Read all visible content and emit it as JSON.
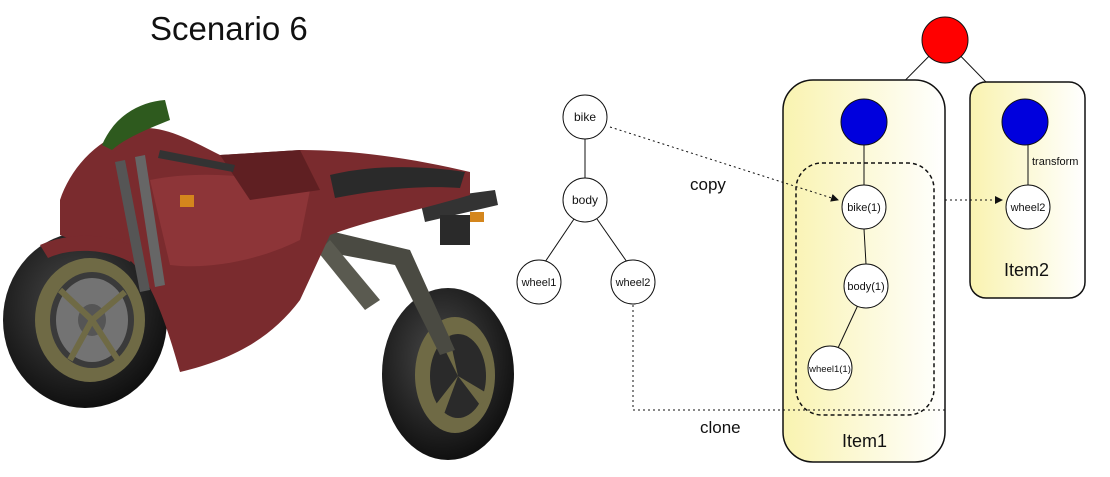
{
  "title": "Scenario 6",
  "tree": {
    "bike": "bike",
    "body": "body",
    "wheel1": "wheel1",
    "wheel2": "wheel2"
  },
  "item1": {
    "label": "Item1",
    "bike_copy": "bike(1)",
    "body_copy": "body(1)",
    "wheel1_copy": "wheel1(1)"
  },
  "item2": {
    "label": "Item2",
    "wheel2": "wheel2",
    "transform": "transform"
  },
  "edges": {
    "copy": "copy",
    "clone": "clone"
  },
  "colors": {
    "root_node": "#ff0000",
    "transform_node": "#0000dd",
    "item_fill": "#fdf8c6",
    "bike_paint": "#7a2b2e",
    "tire": "#1e1e1e",
    "rim": "#6f6a45"
  }
}
